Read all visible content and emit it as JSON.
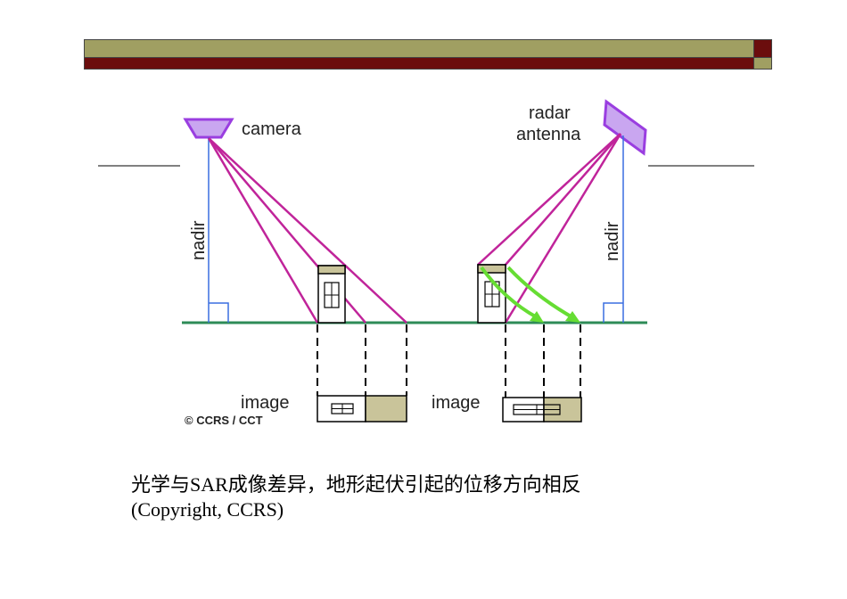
{
  "colors": {
    "header_olive": "#a09f62",
    "header_maroon": "#6b0d0d",
    "ray": "#c0249a",
    "nadir": "#3a6ee0",
    "ground": "#2e8b57",
    "shadow_fill": "#c9c49a",
    "arrow": "#66dd33",
    "sensor_fill": "#c9a6f0",
    "sensor_stroke": "#9a3ee0"
  },
  "labels": {
    "camera": "camera",
    "radar_line1": "radar",
    "radar_line2": "antenna",
    "nadir_left": "nadir",
    "nadir_right": "nadir",
    "image_left": "image",
    "image_right": "image",
    "copyright_mark": "© CCRS / CCT"
  },
  "caption": {
    "line1": "光学与SAR成像差异，地形起伏引起的位移方向相反",
    "line2": "(Copyright, CCRS)"
  }
}
